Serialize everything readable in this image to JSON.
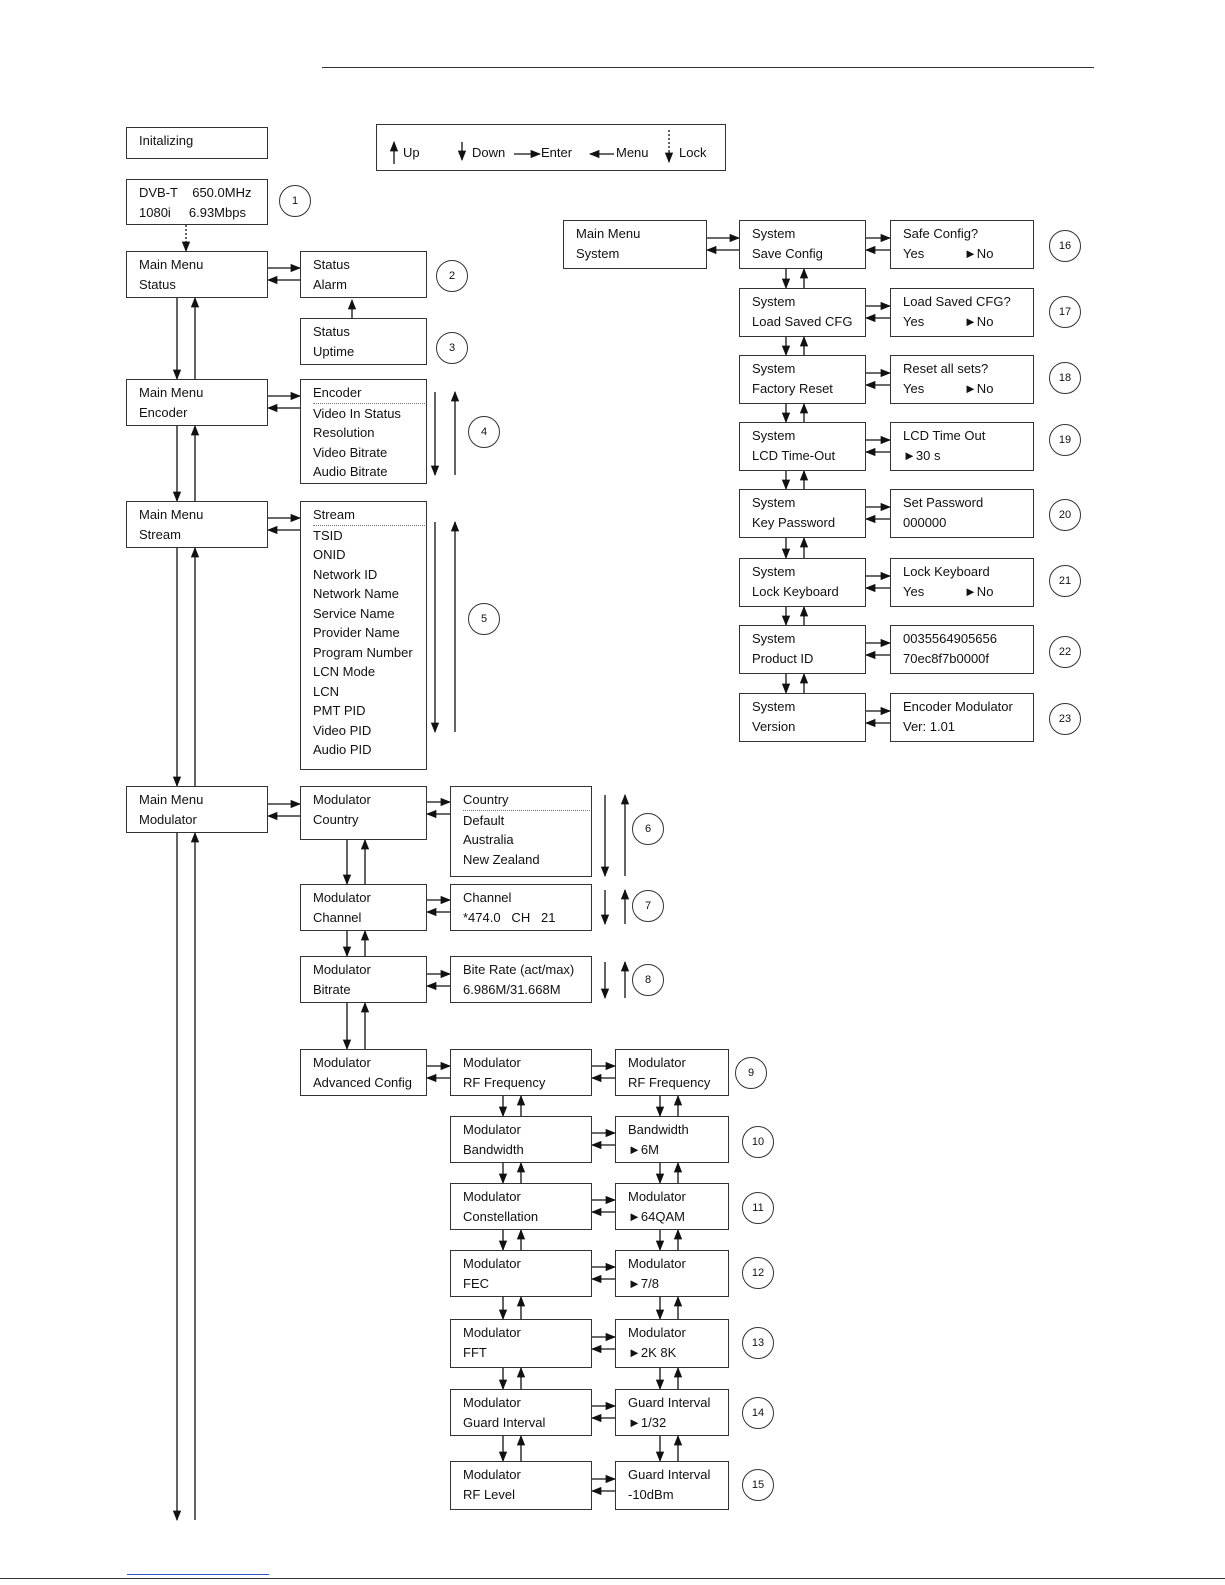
{
  "legend": {
    "up": "Up",
    "down": "Down",
    "enter": "Enter",
    "menu": "Menu",
    "lock": "Lock"
  },
  "boxes": {
    "initializing": [
      "Initalizing"
    ],
    "home": [
      "DVB-T    650.0MHz",
      "1080i     6.93Mbps"
    ],
    "mm_status": [
      "Main Menu",
      "Status"
    ],
    "status_alarm": [
      "Status",
      "Alarm"
    ],
    "status_uptime": [
      "Status",
      "Uptime"
    ],
    "mm_encoder": [
      "Main Menu",
      "Encoder"
    ],
    "encoder_list": [
      "Encoder",
      "Video In Status",
      "Resolution",
      "Video Bitrate",
      "Audio Bitrate"
    ],
    "mm_stream": [
      "Main Menu",
      "Stream"
    ],
    "stream_list": [
      "Stream",
      "TSID",
      "ONID",
      "Network ID",
      "Network Name",
      "Service Name",
      "Provider Name",
      "Program Number",
      "LCN Mode",
      "LCN",
      "PMT PID",
      "Video PID",
      "Audio PID"
    ],
    "mm_modulator": [
      "Main Menu",
      "Modulator"
    ],
    "mod_country": [
      "Modulator",
      "Country"
    ],
    "country_list": [
      "Country",
      "Default",
      "Australia",
      "New Zealand"
    ],
    "mod_channel": [
      "Modulator",
      "Channel"
    ],
    "channel_val": [
      "Channel",
      "*474.0   CH   21"
    ],
    "mod_bitrate": [
      "Modulator",
      "Bitrate"
    ],
    "bitrate_val": [
      "Bite Rate (act/max)",
      "6.986M/31.668M"
    ],
    "mod_adv": [
      "Modulator",
      "Advanced Config"
    ],
    "adv_rf": [
      "Modulator",
      "RF Frequency"
    ],
    "adv_rf_val": [
      "Modulator",
      "RF Frequency"
    ],
    "adv_bw": [
      "Modulator",
      "Bandwidth"
    ],
    "adv_bw_val": [
      "Bandwidth",
      "►6M"
    ],
    "adv_const": [
      "Modulator",
      "Constellation"
    ],
    "adv_const_val": [
      "Modulator",
      "►64QAM"
    ],
    "adv_fec": [
      "Modulator",
      "FEC"
    ],
    "adv_fec_val": [
      "Modulator",
      "►7/8"
    ],
    "adv_fft": [
      "Modulator",
      "FFT"
    ],
    "adv_fft_val": [
      "Modulator",
      "►2K 8K"
    ],
    "adv_gi": [
      "Modulator",
      "Guard Interval"
    ],
    "adv_gi_val": [
      "Guard Interval",
      "►1/32"
    ],
    "adv_rflevel": [
      "Modulator",
      "RF Level"
    ],
    "adv_rflevel_val": [
      "Guard Interval",
      "-10dBm"
    ],
    "mm_system": [
      "Main Menu",
      "System"
    ],
    "sys_save": [
      "System",
      "Save Config"
    ],
    "sys_save_val": [
      "Safe Config?",
      "Yes           ►No"
    ],
    "sys_load": [
      "System",
      "Load Saved CFG"
    ],
    "sys_load_val": [
      "Load Saved CFG?",
      "Yes           ►No"
    ],
    "sys_reset": [
      "System",
      "Factory Reset"
    ],
    "sys_reset_val": [
      "Reset all sets?",
      "Yes           ►No"
    ],
    "sys_lcd": [
      "System",
      "LCD Time-Out"
    ],
    "sys_lcd_val": [
      "LCD Time Out",
      "►30 s"
    ],
    "sys_key": [
      "System",
      "Key Password"
    ],
    "sys_key_val": [
      "Set Password",
      "000000"
    ],
    "sys_lock": [
      "System",
      "Lock Keyboard"
    ],
    "sys_lock_val": [
      "Lock Keyboard",
      "Yes           ►No"
    ],
    "sys_pid": [
      "System",
      "Product ID"
    ],
    "sys_pid_val": [
      "0035564905656",
      "70ec8f7b0000f"
    ],
    "sys_ver": [
      "System",
      "Version"
    ],
    "sys_ver_val": [
      "Encoder Modulator",
      "Ver: 1.01"
    ]
  },
  "callouts": [
    "1",
    "2",
    "3",
    "4",
    "5",
    "6",
    "7",
    "8",
    "9",
    "10",
    "11",
    "12",
    "13",
    "14",
    "15",
    "16",
    "17",
    "18",
    "19",
    "20",
    "21",
    "22",
    "23"
  ]
}
